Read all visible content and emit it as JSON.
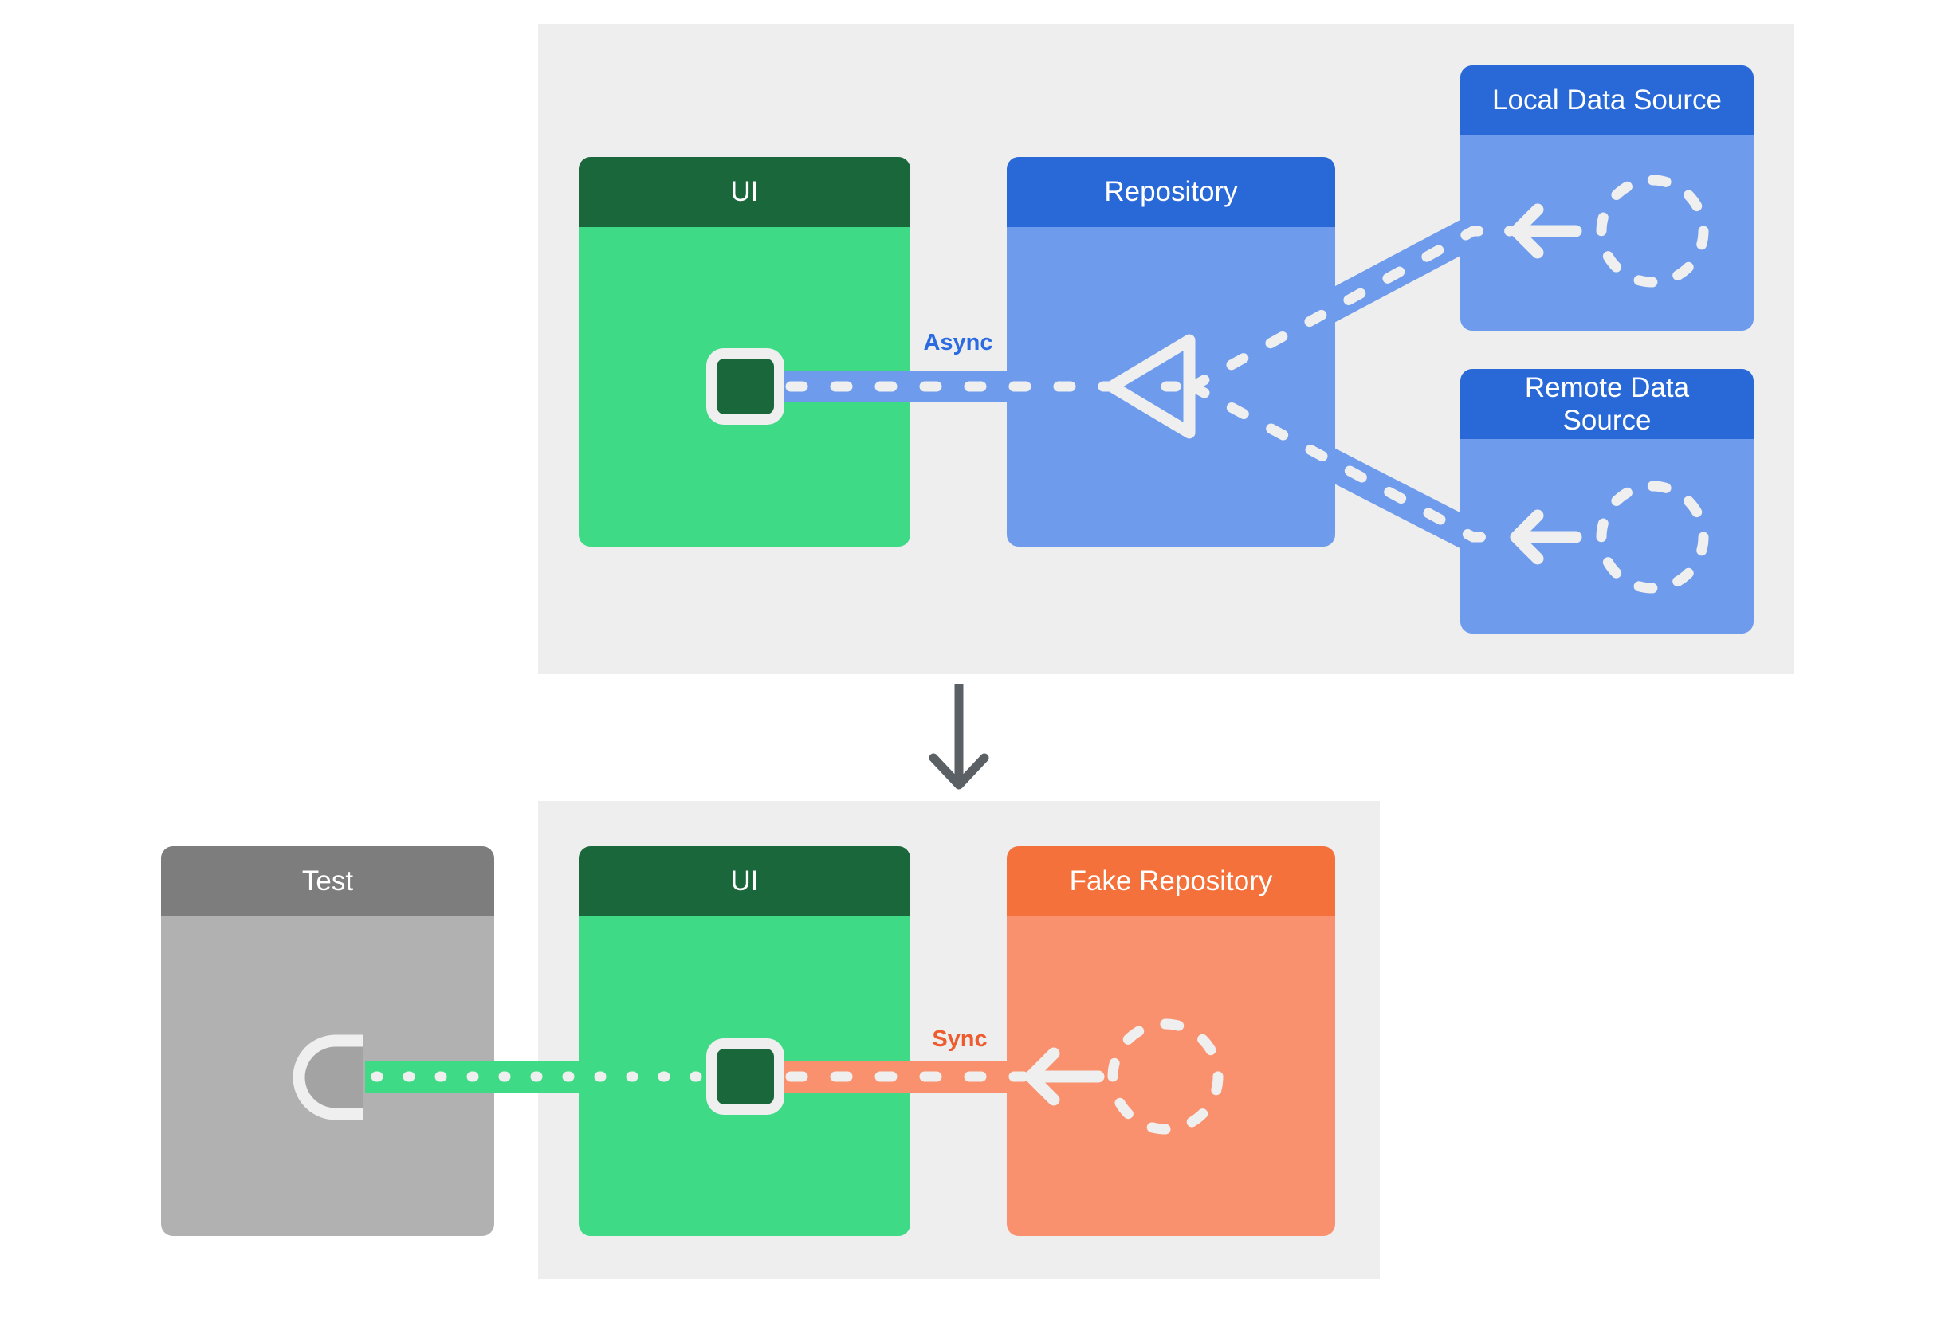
{
  "labels": {
    "async": "Async",
    "sync": "Sync"
  },
  "boxes": {
    "ui_top": {
      "title": "UI"
    },
    "repository": {
      "title": "Repository"
    },
    "local_source": {
      "title": "Local Data Source"
    },
    "remote_source": {
      "title": "Remote Data Source"
    },
    "test": {
      "title": "Test"
    },
    "ui_bottom": {
      "title": "UI"
    },
    "fake_repository": {
      "title": "Fake Repository"
    }
  },
  "icons": {
    "module": "module-port-icon",
    "socket": "test-socket-icon",
    "data_source": "dashed-circle-icon",
    "arrow_left": "arrow-left-icon",
    "merge_triangle": "triangle-merge-icon",
    "flow_down": "arrow-down-icon"
  },
  "colors": {
    "panel_bg": "#eeeeef",
    "green_header": "#1a673c",
    "green_body": "#3eda85",
    "blue_header": "#2869d7",
    "blue_body": "#6e9beb",
    "orange_header": "#f4713b",
    "orange_body": "#fa916e",
    "gray_header": "#7d7d7d",
    "gray_body": "#b1b1b1",
    "socket_fill": "#a3a3a3",
    "ink_white": "#efefef",
    "title_text": "#ffffff",
    "async_text": "#2b6ae0",
    "sync_text": "#ee5b2e",
    "down_arrow": "#5a6064"
  }
}
